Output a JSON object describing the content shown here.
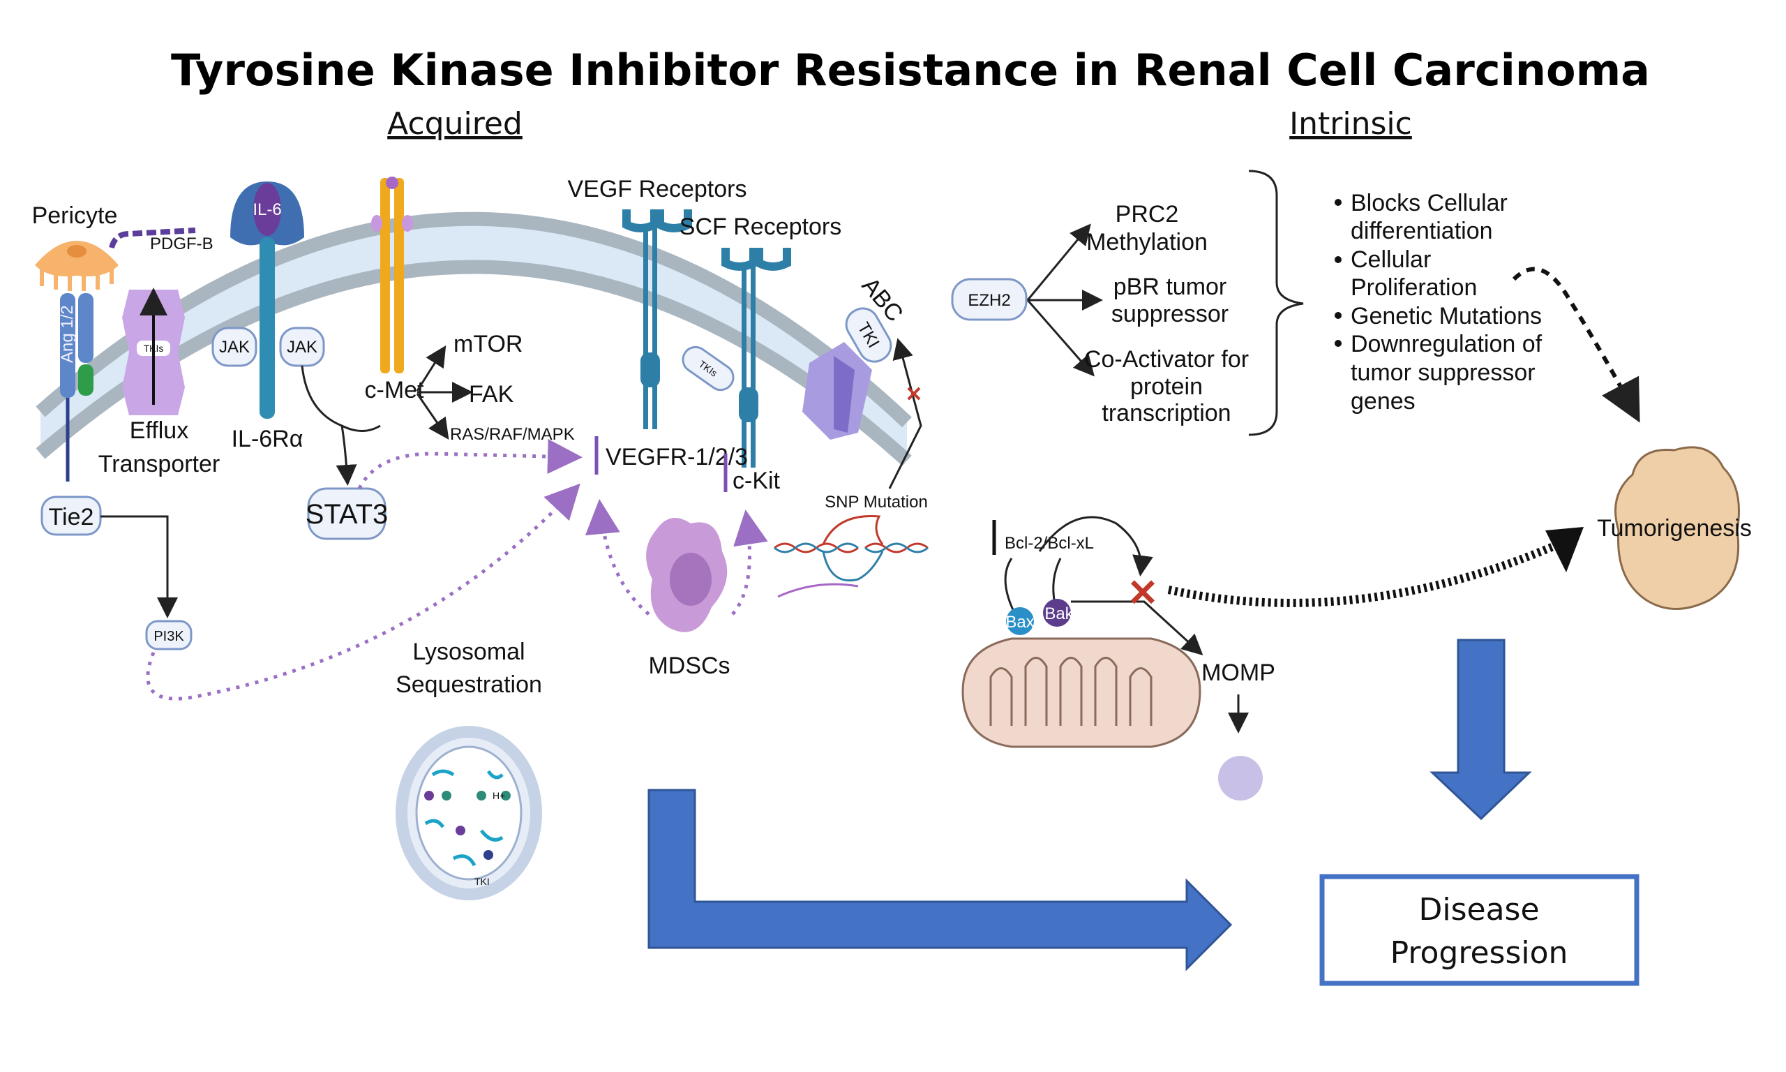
{
  "title": "Tyrosine Kinase Inhibitor Resistance in Renal Cell Carcinoma",
  "sections": {
    "acquired": "Acquired",
    "intrinsic": "Intrinsic"
  },
  "acquired": {
    "pericyte": "Pericyte",
    "pdgf_b": "PDGF-B",
    "ang": "Ang 1/2",
    "efflux": [
      "Efflux",
      "Transporter"
    ],
    "tkis_small": "TKIs",
    "il6": "IL-6",
    "jak_left": "JAK",
    "jak_right": "JAK",
    "il6ra": "IL-6Rα",
    "cmet": "c-Met",
    "mtor": "mTOR",
    "fak": "FAK",
    "ras": "RAS/RAF/MAPK",
    "vegf_receptors": "VEGF Receptors",
    "scf_receptors": "SCF Receptors",
    "tkis_between": "TKIs",
    "abc": "ABC",
    "tki": "TKI",
    "vegfr": "VEGFR-1/2/3",
    "ckit": "c-Kit",
    "snp": "SNP Mutation",
    "tie2": "Tie2",
    "stat3": "STAT3",
    "pi3k": "PI3K",
    "mdscs": "MDSCs",
    "lysosomal": [
      "Lysosomal",
      "Sequestration"
    ],
    "lyso_hplus": "H+",
    "lyso_tki": "TKI"
  },
  "intrinsic": {
    "ezh2": "EZH2",
    "targets": [
      [
        "PRC2",
        "Methylation"
      ],
      [
        "pBR tumor",
        "suppressor"
      ],
      [
        "Co-Activator for",
        "protein",
        "transcription"
      ]
    ],
    "bullets": [
      [
        "Blocks Cellular",
        "differentiation"
      ],
      [
        "Cellular",
        "Proliferation"
      ],
      [
        "Genetic Mutations"
      ],
      [
        "Downregulation of",
        "tumor suppressor",
        "genes"
      ]
    ],
    "bcl": "Bcl-2/Bcl-xL",
    "bax": "Bax",
    "bak": "Bak",
    "momp": "MOMP",
    "tumorigenesis": "Tumorigenesis"
  },
  "outcome": [
    "Disease",
    "Progression"
  ],
  "colors": {
    "arrow_blue": "#4472c4",
    "membrane": "#dbe9f7",
    "receptor": "#2e7fa8",
    "dashed_purple": "#9a6fc4",
    "inhibition_red": "#c0392b"
  }
}
